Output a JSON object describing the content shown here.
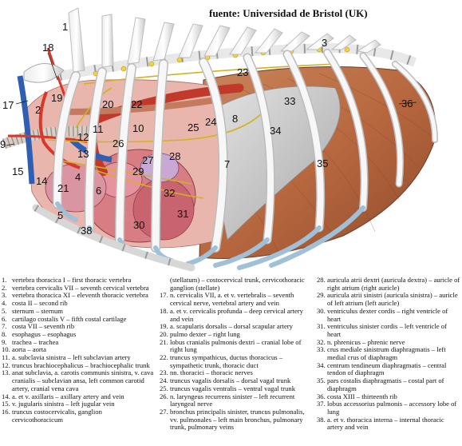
{
  "source_label": "fuente: Universidad de Bristol (UK)",
  "callouts": [
    "1",
    "2",
    "3",
    "4",
    "5",
    "6",
    "7",
    "8",
    "9",
    "10",
    "11",
    "12",
    "13",
    "14",
    "15",
    "17",
    "18",
    "19",
    "20",
    "21",
    "22",
    "23",
    "24",
    "25",
    "26",
    "27",
    "28",
    "29",
    "30",
    "31",
    "32",
    "33",
    "34",
    "35",
    "36",
    "38"
  ],
  "legend": {
    "col1": [
      {
        "n": "1.",
        "t": "vertebra thoracica I – first thoracic vertebra"
      },
      {
        "n": "2.",
        "t": "vertebra cervicalis VII – seventh cervical vertebra"
      },
      {
        "n": "3.",
        "t": "vertebra thoracica XI – eleventh thoracic vertebra"
      },
      {
        "n": "4.",
        "t": "costa II – second rib"
      },
      {
        "n": "5.",
        "t": "sternum – sternum"
      },
      {
        "n": "6.",
        "t": "cartilago costalis V – fifth costal cartilage"
      },
      {
        "n": "7.",
        "t": "costa VII – seventh rib"
      },
      {
        "n": "8.",
        "t": "esophagus – esophagus"
      },
      {
        "n": "9.",
        "t": "trachea – trachea"
      },
      {
        "n": "10.",
        "t": "aorta – aorta"
      },
      {
        "n": "11.",
        "t": "a. subclavia sinistra – left subclavian artery"
      },
      {
        "n": "12.",
        "t": "truncus brachiocephalicus – brachiocephalic trunk"
      },
      {
        "n": "13.",
        "t": "anat subclavia, a. carotis communis sinistra, v. cava cranialis – subclavian ansa, left common carotid artery, cranial vena cava"
      },
      {
        "n": "14.",
        "t": "a. et v. axillaris – axillary artery and vein"
      },
      {
        "n": "15.",
        "t": "v. jugularis sinistra – left jugular vein"
      },
      {
        "n": "16.",
        "t": "truncus costocervicalis, ganglion cervicothoracicum"
      }
    ],
    "col2": [
      {
        "n": "",
        "t": "(stellatum) – costocervical trunk, cervicothoracic ganglion (stellate)"
      },
      {
        "n": "17.",
        "t": "n. cervicalis VII, a. et v. vertebralis – seventh cervical nerve, vertebral artery and vein"
      },
      {
        "n": "18.",
        "t": "a. et v. cervicalis profunda – deep cervical artery and vein"
      },
      {
        "n": "19.",
        "t": "a. scapularis dorsalis – dorsal scapular artery"
      },
      {
        "n": "20.",
        "t": "pulmo dexter – right lung"
      },
      {
        "n": "21.",
        "t": "lobus cranialis pulmonis dextri – cranial lobe of right lung"
      },
      {
        "n": "22.",
        "t": "truncus sympathicus, ductus thoracicus – sympathetic trunk, thoracic duct"
      },
      {
        "n": "23.",
        "t": "nn. thoracici – thoracic nerves"
      },
      {
        "n": "24.",
        "t": "truncus vagalis dorsalis – dorsal vagal trunk"
      },
      {
        "n": "25.",
        "t": "truncus vagalis ventralis – ventral vagal trunk"
      },
      {
        "n": "26.",
        "t": "n. laryngeus recurrens sinister – left recurrent laryngeal nerve"
      },
      {
        "n": "27.",
        "t": "bronchus principalis sinister, truncus pulmonalis, vv. pulmonales – left main bronchus, pulmonary trunk, pulmonary veins"
      }
    ],
    "col3": [
      {
        "n": "28.",
        "t": "auricula atrii dextri (auricula dextra) – auricle of right atrium (right auricle)"
      },
      {
        "n": "29.",
        "t": "auricula atrii sinistri (auricula sinistra) – auricle of left atrium (left auricle)"
      },
      {
        "n": "30.",
        "t": "ventriculus dexter cordis – right ventricle of heart"
      },
      {
        "n": "31.",
        "t": "ventriculus sinister cordis – left ventricle of heart"
      },
      {
        "n": "32.",
        "t": "n. phrenicus – phrenic nerve"
      },
      {
        "n": "33.",
        "t": "crus mediale sinistrum diaphragmatis – left medial crus of diaphragm"
      },
      {
        "n": "34.",
        "t": "centrum tendineum diaphragmatis – central tendon of diaphragm"
      },
      {
        "n": "35.",
        "t": "pars costalis diaphragmatis – costal part of diaphragm"
      },
      {
        "n": "36.",
        "t": "costa XIII – thirteenth rib"
      },
      {
        "n": "37.",
        "t": "lobus accessorius pulmonis – accessory lobe of lung"
      },
      {
        "n": "38.",
        "t": "a. et v. thoracica interna – internal thoracic artery and vein"
      }
    ]
  }
}
